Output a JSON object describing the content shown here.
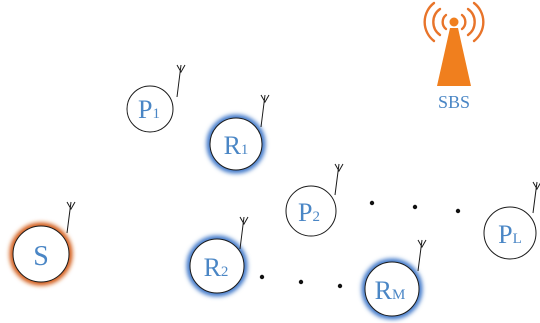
{
  "colors": {
    "label": "#4a86c5",
    "relay_glow": "#3f78c9",
    "source_glow": "#d25a17",
    "sbs_tower": "#f07f1e",
    "sbs_waves": "#e8742a",
    "outline": "#1a1a1a",
    "dots": "#111111"
  },
  "sbs": {
    "label": "SBS",
    "icon": "signal-tower-icon"
  },
  "source": {
    "label": "S",
    "icon": "antenna-icon"
  },
  "primary_users": [
    {
      "id": "p1",
      "base": "P",
      "subscript": "1"
    },
    {
      "id": "p2",
      "base": "P",
      "subscript": "2"
    },
    {
      "id": "pl",
      "base": "P",
      "subscript": "L"
    }
  ],
  "relays": [
    {
      "id": "r1",
      "base": "R",
      "subscript": "1"
    },
    {
      "id": "r2",
      "base": "R",
      "subscript": "2"
    },
    {
      "id": "rm",
      "base": "R",
      "subscript": "M"
    }
  ]
}
